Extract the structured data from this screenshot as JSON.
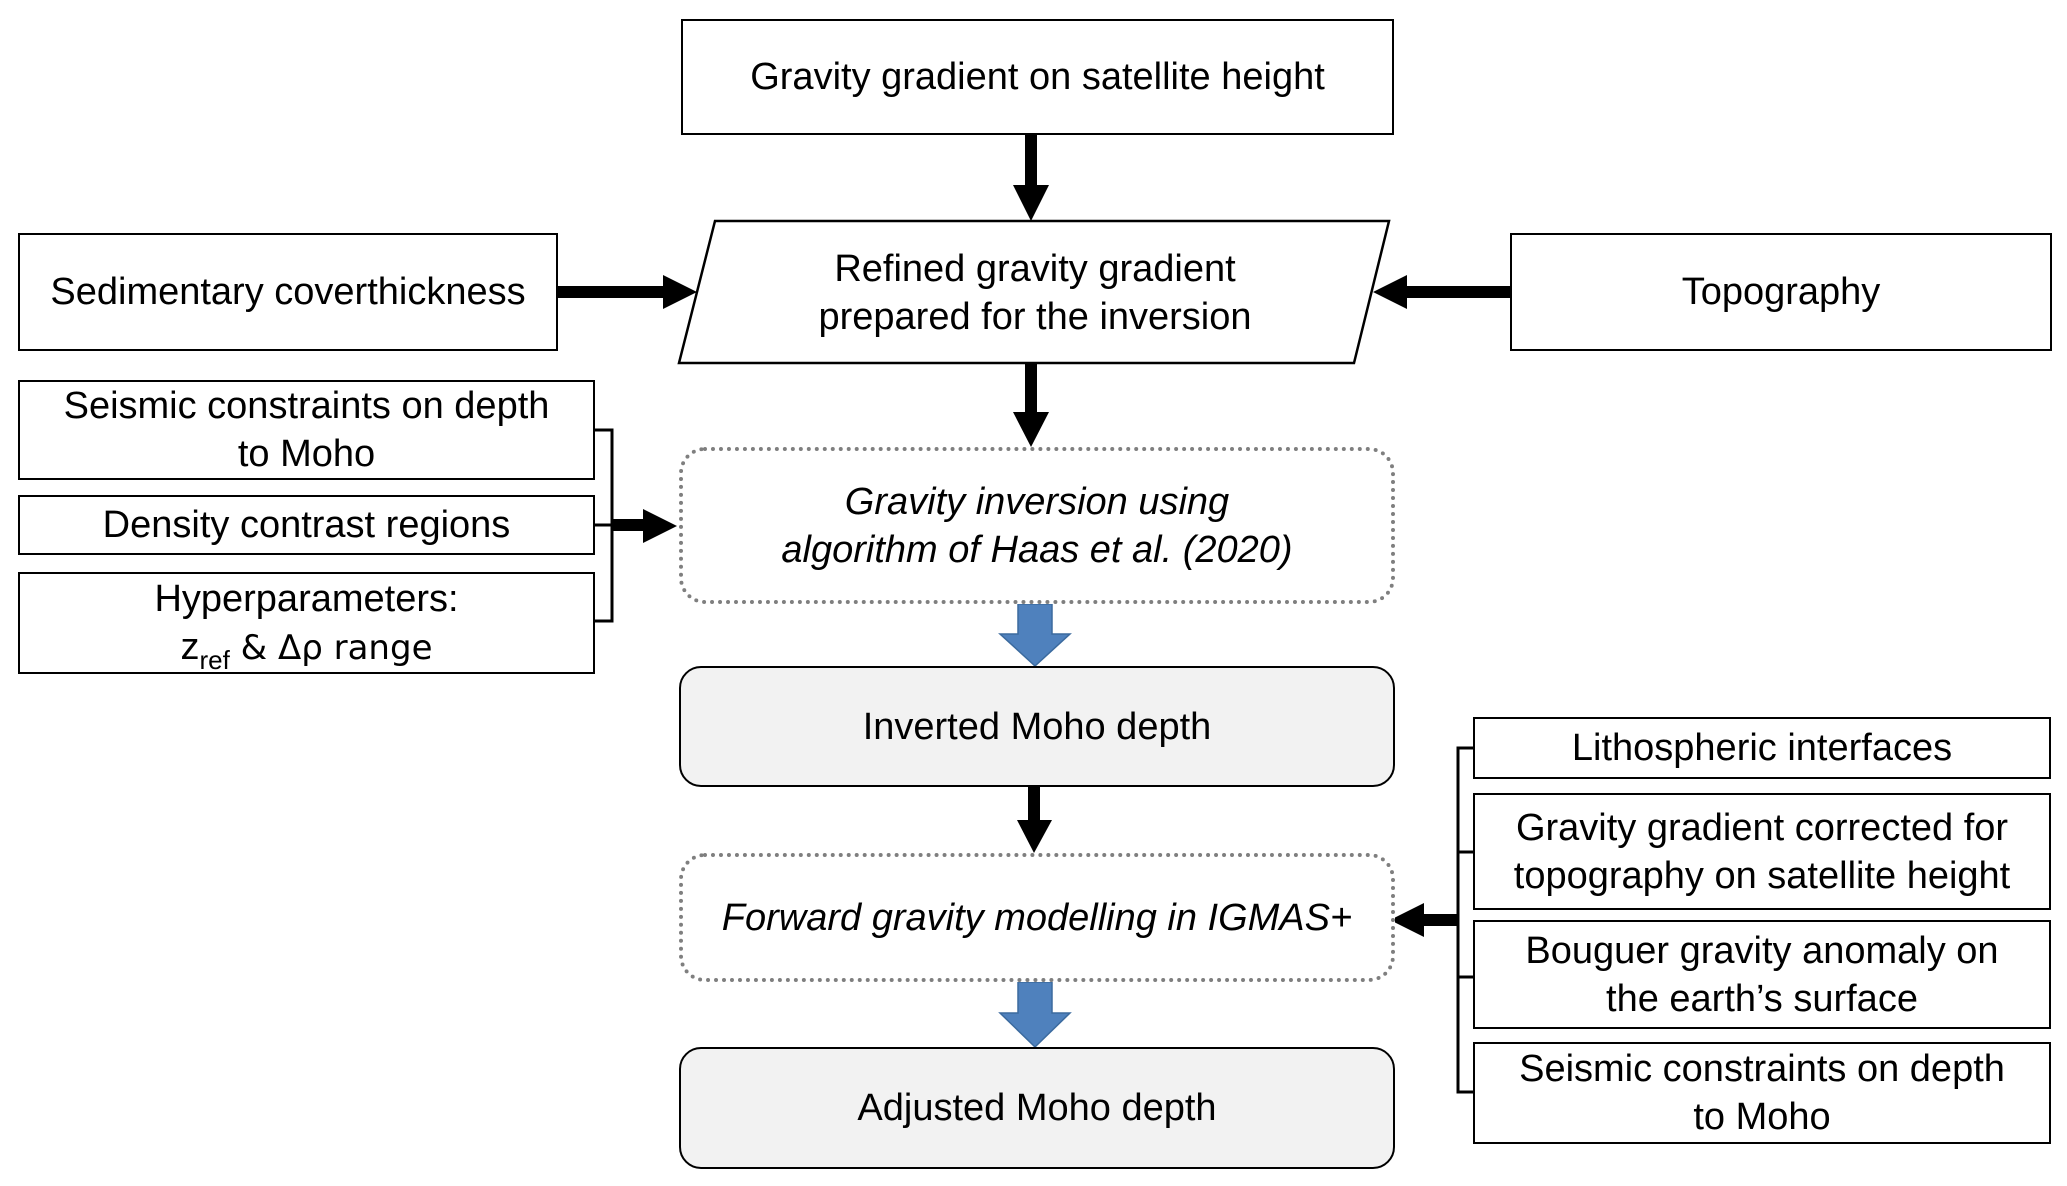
{
  "diagram": {
    "type": "flowchart",
    "colors": {
      "line": "#000000",
      "dotted_border": "#7f7f7f",
      "result_fill": "#f2f2f2",
      "blue_arrow_fill": "#4f81bd",
      "blue_arrow_stroke": "#3b6a9e"
    },
    "nodes": {
      "gravity_gradient_satellite": {
        "lines": [
          "Gravity gradient on satellite height"
        ]
      },
      "sedimentary_cover": {
        "lines": [
          "Sedimentary cover",
          "thickness"
        ]
      },
      "refined_gradient": {
        "lines": [
          "Refined gravity gradient",
          "prepared for the inversion"
        ]
      },
      "topography": {
        "lines": [
          "Topography"
        ]
      },
      "seismic_constraints_left": {
        "lines": [
          "Seismic constraints on depth",
          "to Moho"
        ]
      },
      "density_contrast": {
        "lines": [
          "Density contrast regions"
        ]
      },
      "hyperparameters": {
        "line1": "Hyperparameters:",
        "z": "z",
        "z_subscript": "ref",
        "rest": " & Δρ range"
      },
      "gravity_inversion": {
        "lines": [
          "Gravity inversion using",
          "algorithm of Haas et al. (2020)"
        ]
      },
      "inverted_moho": {
        "lines": [
          "Inverted Moho depth"
        ]
      },
      "forward_modelling": {
        "lines": [
          "Forward gravity modelling in IGMAS+"
        ]
      },
      "adjusted_moho": {
        "lines": [
          "Adjusted Moho depth"
        ]
      },
      "lithospheric_interfaces": {
        "lines": [
          "Lithospheric interfaces"
        ]
      },
      "gradient_corrected": {
        "lines": [
          "Gravity gradient corrected for",
          "topography on satellite height"
        ]
      },
      "bouguer_anomaly": {
        "lines": [
          "Bouguer gravity anomaly on",
          "the earth’s surface"
        ]
      },
      "seismic_constraints_right": {
        "lines": [
          "Seismic constraints on depth",
          "to Moho"
        ]
      }
    },
    "edges": [
      {
        "from": "gravity_gradient_satellite",
        "to": "refined_gradient",
        "style": "black-arrow"
      },
      {
        "from": "sedimentary_cover",
        "to": "refined_gradient",
        "style": "black-arrow"
      },
      {
        "from": "topography",
        "to": "refined_gradient",
        "style": "black-arrow"
      },
      {
        "from": "refined_gradient",
        "to": "gravity_inversion",
        "style": "black-arrow"
      },
      {
        "from": [
          "seismic_constraints_left",
          "density_contrast",
          "hyperparameters"
        ],
        "to": "gravity_inversion",
        "style": "bracket-arrow"
      },
      {
        "from": "gravity_inversion",
        "to": "inverted_moho",
        "style": "blue-block-arrow"
      },
      {
        "from": "inverted_moho",
        "to": "forward_modelling",
        "style": "black-arrow"
      },
      {
        "from": [
          "lithospheric_interfaces",
          "gradient_corrected",
          "bouguer_anomaly",
          "seismic_constraints_right"
        ],
        "to": "forward_modelling",
        "style": "bracket-arrow"
      },
      {
        "from": "forward_modelling",
        "to": "adjusted_moho",
        "style": "blue-block-arrow"
      }
    ]
  }
}
